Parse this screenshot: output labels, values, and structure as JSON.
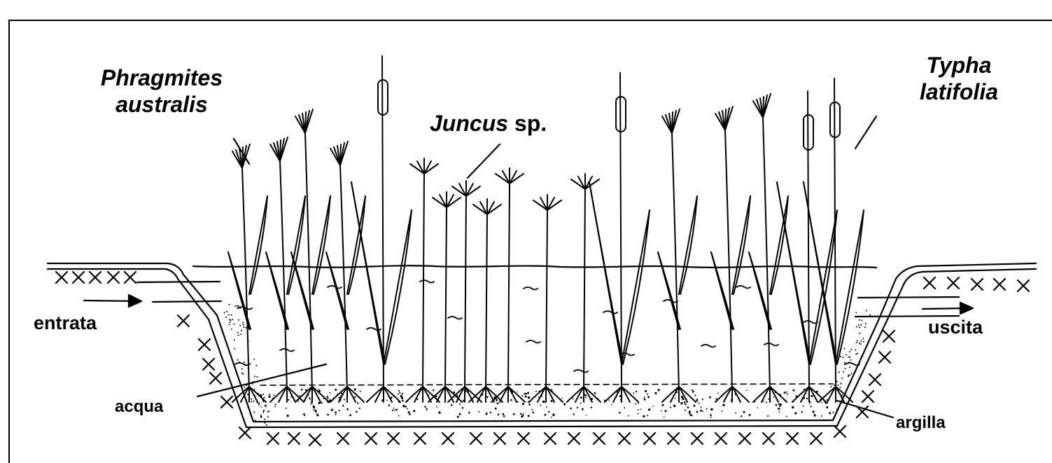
{
  "labels": {
    "phragmites_line1": "Phragmites",
    "phragmites_line2": "australis",
    "juncus_genus": "Juncus",
    "juncus_suffix": " sp.",
    "typha_line1": "Typha",
    "typha_line2": "latifolia",
    "inlet": "entrata",
    "outlet": "uscita",
    "water": "acqua",
    "clay": "argilla"
  }
}
